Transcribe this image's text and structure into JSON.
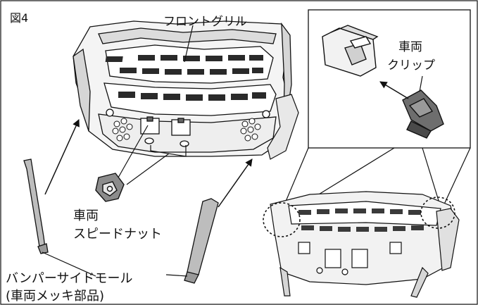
{
  "figure_label": "図4",
  "labels": {
    "front_grille": "フロントグリル",
    "clip_line1": "車両",
    "clip_line2": "クリップ",
    "nut_line1": "車両",
    "nut_line2": "スピードナット",
    "molding_line1": "バンパーサイドモール",
    "molding_line2": "(車両メッキ部品)"
  },
  "colors": {
    "line": "#111111",
    "part_fill": "#e6e6e6",
    "part_dark": "#555555",
    "molding_fill": "#bdbdbd"
  }
}
